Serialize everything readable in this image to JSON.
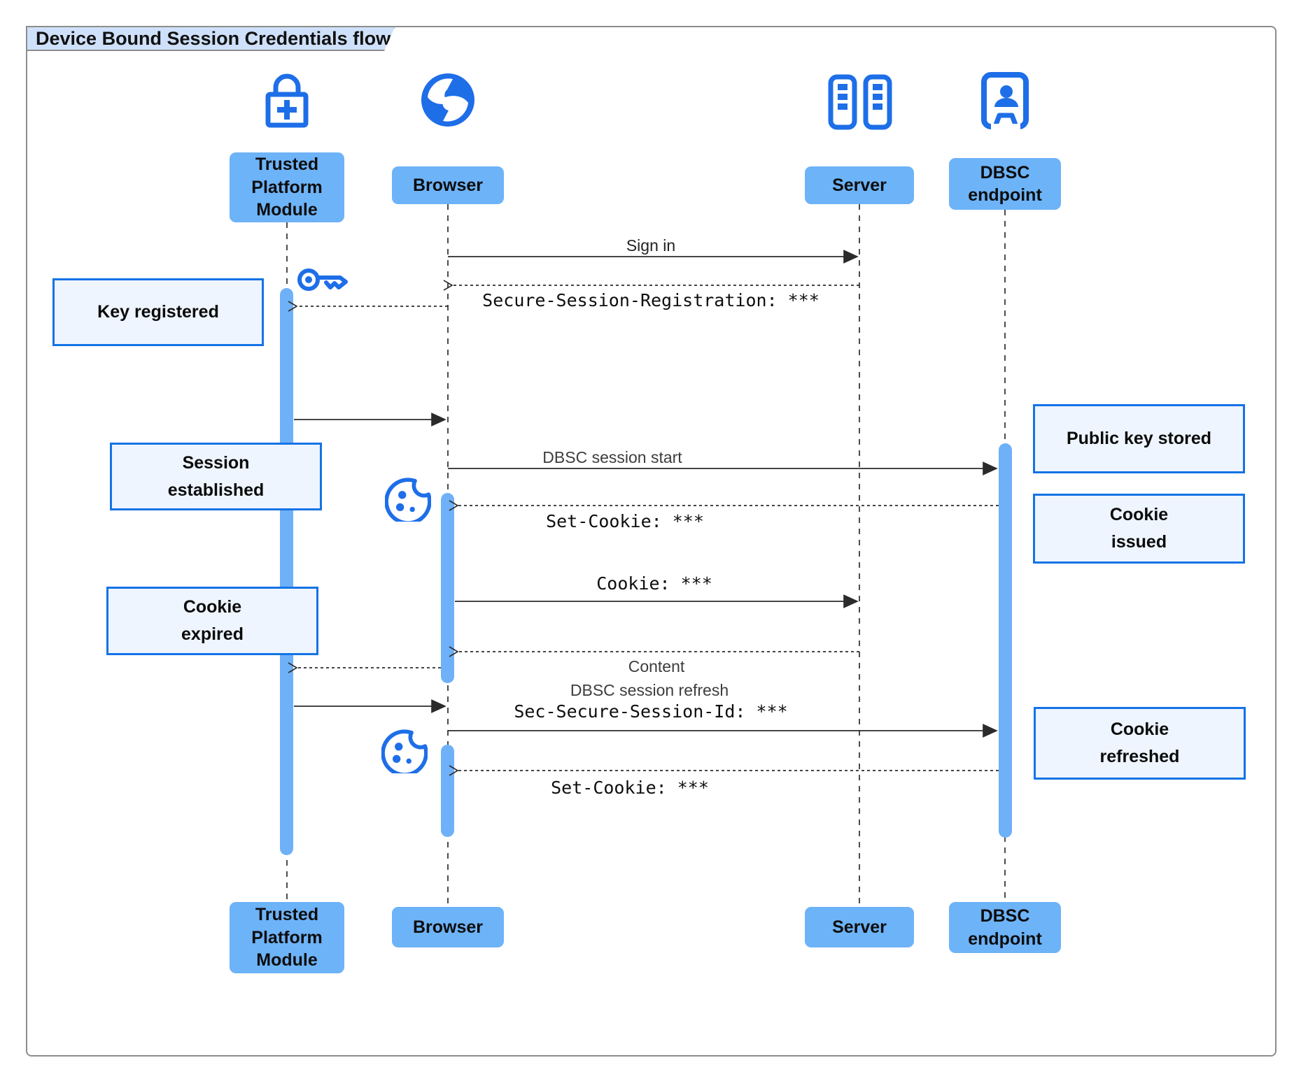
{
  "diagram": {
    "title": "Device Bound Session Credentials flow",
    "actors": [
      {
        "id": "tpm",
        "label": "Trusted Platform Module",
        "icon": "lock-plus-icon"
      },
      {
        "id": "browser",
        "label": "Browser",
        "icon": "globe-icon"
      },
      {
        "id": "server",
        "label": "Server",
        "icon": "server-rack-icon"
      },
      {
        "id": "dbsc",
        "label": "DBSC endpoint",
        "icon": "kiosk-person-icon"
      }
    ],
    "messages": [
      {
        "id": "sign-in",
        "label": "Sign in",
        "from": "browser",
        "to": "server",
        "style": "solid"
      },
      {
        "id": "session-registration",
        "label": "Secure-Session-Registration: ***",
        "from": "server",
        "to": "browser",
        "style": "dashed"
      },
      {
        "id": "register-key",
        "label": "",
        "from": "browser",
        "to": "tpm",
        "style": "dashed"
      },
      {
        "id": "key-ready",
        "label": "",
        "from": "tpm",
        "to": "browser",
        "style": "solid"
      },
      {
        "id": "dbsc-session-start",
        "label": "DBSC session start",
        "from": "browser",
        "to": "dbsc",
        "style": "solid"
      },
      {
        "id": "set-cookie-1",
        "label": "Set-Cookie: ***",
        "from": "dbsc",
        "to": "browser",
        "style": "dashed"
      },
      {
        "id": "cookie",
        "label": "Cookie: ***",
        "from": "browser",
        "to": "server",
        "style": "solid"
      },
      {
        "id": "content",
        "label": "Content",
        "from": "server",
        "to": "browser",
        "style": "dashed"
      },
      {
        "id": "expired-to-tpm",
        "label": "",
        "from": "browser",
        "to": "tpm",
        "style": "dashed"
      },
      {
        "id": "proof-ready",
        "label": "",
        "from": "tpm",
        "to": "browser",
        "style": "solid"
      },
      {
        "id": "dbsc-session-refresh",
        "label": "DBSC session refresh",
        "label2": "Sec-Secure-Session-Id: ***",
        "from": "browser",
        "to": "dbsc",
        "style": "solid"
      },
      {
        "id": "set-cookie-2",
        "label": "Set-Cookie: ***",
        "from": "dbsc",
        "to": "browser",
        "style": "dashed"
      }
    ],
    "notes": [
      {
        "id": "key-registered",
        "text": "Key registered",
        "side": "left"
      },
      {
        "id": "session-established",
        "text": "Session\nestablished",
        "side": "left"
      },
      {
        "id": "cookie-expired",
        "text": "Cookie\nexpired",
        "side": "left"
      },
      {
        "id": "public-key-stored",
        "text": "Public key stored",
        "side": "right"
      },
      {
        "id": "cookie-issued",
        "text": "Cookie\nissued",
        "side": "right"
      },
      {
        "id": "cookie-refreshed",
        "text": "Cookie\nrefreshed",
        "side": "right"
      }
    ],
    "colors": {
      "icon_blue": "#1e6ee8",
      "actor_fill": "#6db3f8",
      "activation_fill": "#6fb1f8",
      "note_fill": "#eef5fe",
      "note_border": "#1473e6",
      "tab_fill": "#cfe1fa",
      "frame_border": "#8d8d8d",
      "arrow": "#2b2b2b"
    }
  }
}
